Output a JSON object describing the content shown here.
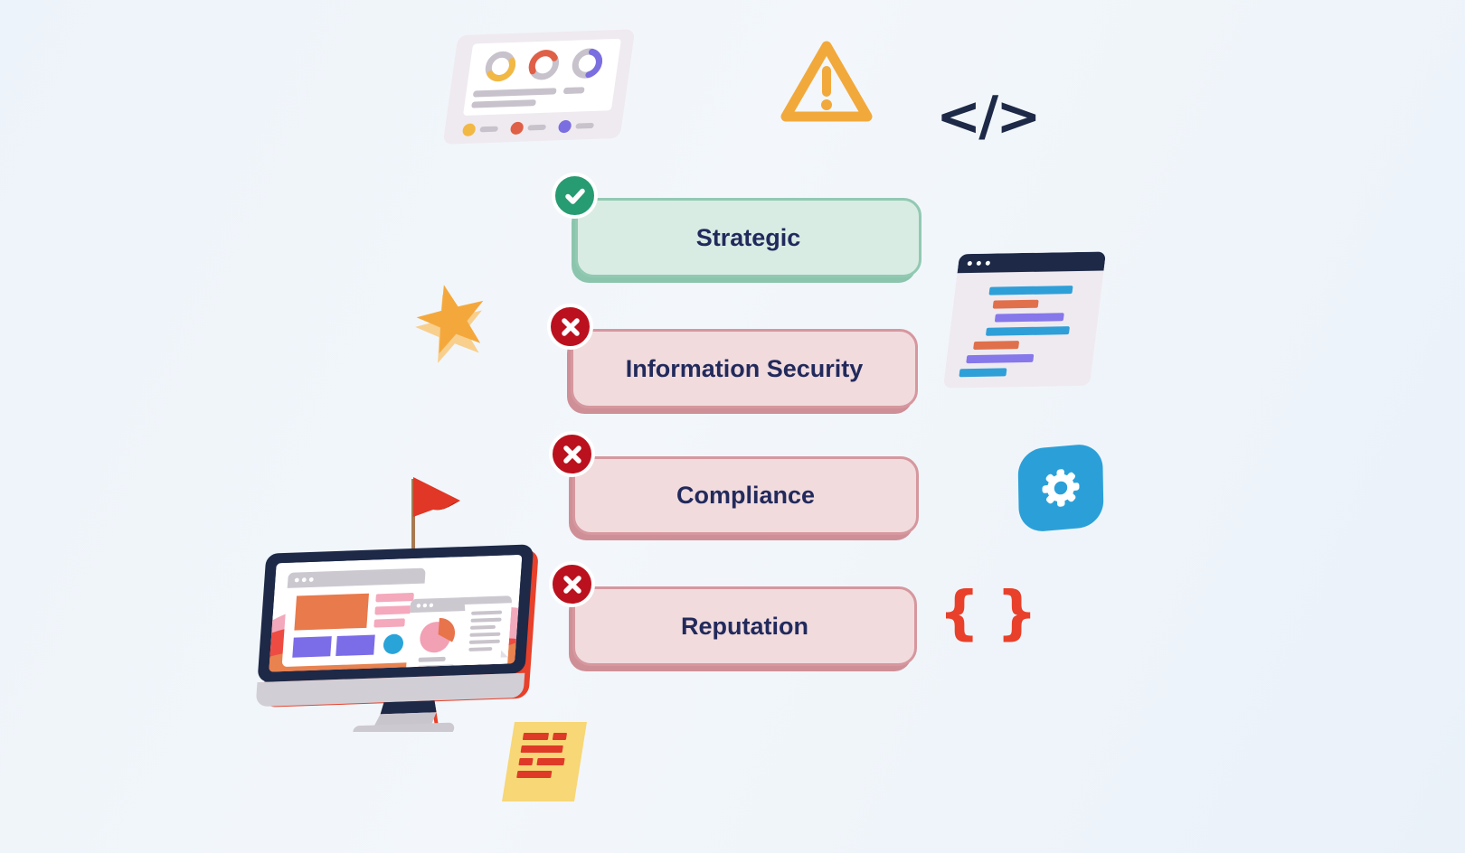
{
  "quiz": {
    "options": [
      {
        "label": "Strategic",
        "state": "correct"
      },
      {
        "label": "Information Security",
        "state": "incorrect"
      },
      {
        "label": "Compliance",
        "state": "incorrect"
      },
      {
        "label": "Reputation",
        "state": "incorrect"
      }
    ]
  },
  "decorations": {
    "code_symbol": "</>",
    "brace_open": "{",
    "brace_close": "}"
  },
  "palette": {
    "background_start": "#edf3fa",
    "background_end": "#eaf1f9",
    "text_navy": "#222a5c",
    "correct_fill": "#d9ece4",
    "correct_border": "#92c9b2",
    "correct_badge": "#279b72",
    "incorrect_fill": "#f1dbdd",
    "incorrect_border": "#d6979e",
    "incorrect_badge": "#bb111e",
    "warning_amber": "#f2a93b",
    "star_yellow": "#f4a83c",
    "editor_blue": "#2f9fd8",
    "editor_orange": "#e0704b",
    "editor_purple": "#8677ea",
    "gear_blue": "#2ba0d8",
    "brace_red": "#e8402a",
    "sticky_yellow": "#f7d776",
    "sticky_red": "#df3a28",
    "monitor_navy": "#1d2947"
  }
}
